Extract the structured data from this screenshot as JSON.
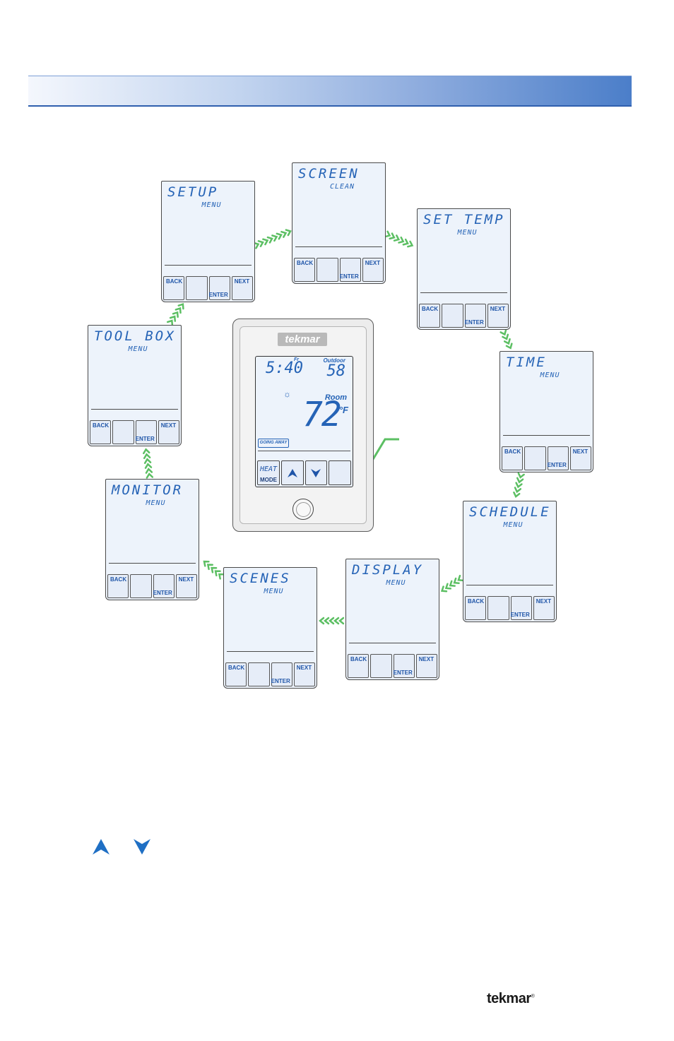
{
  "colors": {
    "lcd_text": "#2563b6",
    "arrow_green": "#5cbf63",
    "header_dark": "#4b7ec9"
  },
  "menus": [
    {
      "id": "setup",
      "title": "SETUP",
      "sub": "MENU"
    },
    {
      "id": "screen",
      "title": "SCREEN",
      "sub": "CLEAN"
    },
    {
      "id": "set-temp",
      "title": "SET TEMP",
      "sub": "MENU"
    },
    {
      "id": "time",
      "title": "TIME",
      "sub": "MENU"
    },
    {
      "id": "schedule",
      "title": "SCHEDULE",
      "sub": "MENU"
    },
    {
      "id": "display",
      "title": "DISPLAY",
      "sub": "MENU"
    },
    {
      "id": "scenes",
      "title": "SCENES",
      "sub": "MENU"
    },
    {
      "id": "monitor",
      "title": "MONITOR",
      "sub": "MENU"
    },
    {
      "id": "toolbox",
      "title": "TOOL BOX",
      "sub": "MENU"
    }
  ],
  "buttons": {
    "back": "BACK",
    "enter": "ENTER",
    "next": "NEXT"
  },
  "thermostat": {
    "logo": "tekmar",
    "time": "5:40",
    "day": "Fr",
    "outdoor_label": "Outdoor",
    "outdoor_temp": "58",
    "room_label": "Room",
    "room_temp": "72",
    "unit": "°F",
    "going_away": "GOING AWAY",
    "heat_label": "HEAT",
    "mode_label": "MODE",
    "sun_icon": "☼"
  },
  "footer": {
    "brand": "tekmar",
    "trademark": "®"
  }
}
